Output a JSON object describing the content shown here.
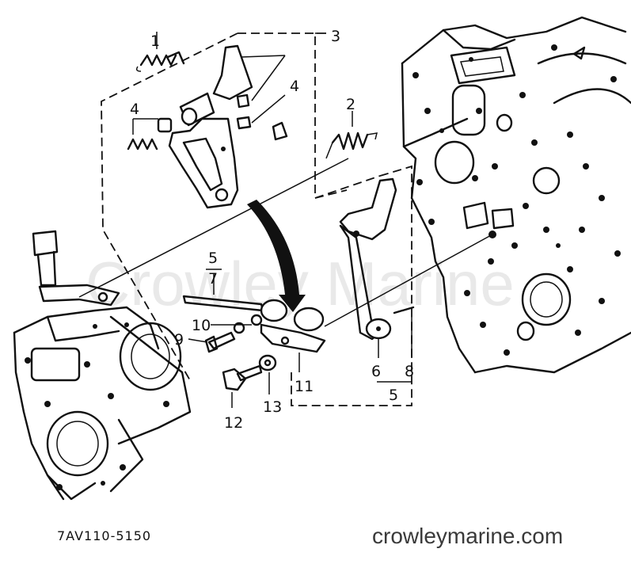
{
  "diagram": {
    "callouts": [
      {
        "id": "1",
        "label": "1"
      },
      {
        "id": "2",
        "label": "2"
      },
      {
        "id": "3",
        "label": "3"
      },
      {
        "id": "4a",
        "label": "4"
      },
      {
        "id": "4b",
        "label": "4"
      },
      {
        "id": "5top",
        "label": "5"
      },
      {
        "id": "7",
        "label": "7"
      },
      {
        "id": "10",
        "label": "10"
      },
      {
        "id": "9",
        "label": "9"
      },
      {
        "id": "11",
        "label": "11"
      },
      {
        "id": "6",
        "label": "6"
      },
      {
        "id": "8",
        "label": "8"
      },
      {
        "id": "5bottom",
        "label": "5"
      },
      {
        "id": "12",
        "label": "12"
      },
      {
        "id": "13",
        "label": "13"
      }
    ],
    "part_code": "7AV110-5150",
    "watermark": "Crowley Marine",
    "site": "crowleymarine.com"
  }
}
